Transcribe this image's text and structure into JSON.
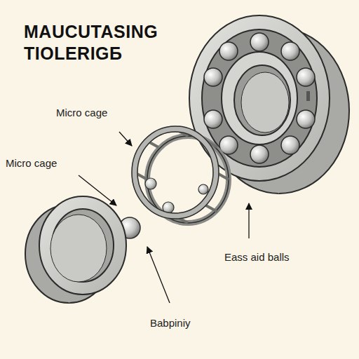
{
  "diagram": {
    "title": "MAUCUTASING TIOLERIGБ",
    "labels": [
      "Micro cage",
      "Micro cage",
      "Eass aid balls",
      "Babpiniy"
    ]
  }
}
